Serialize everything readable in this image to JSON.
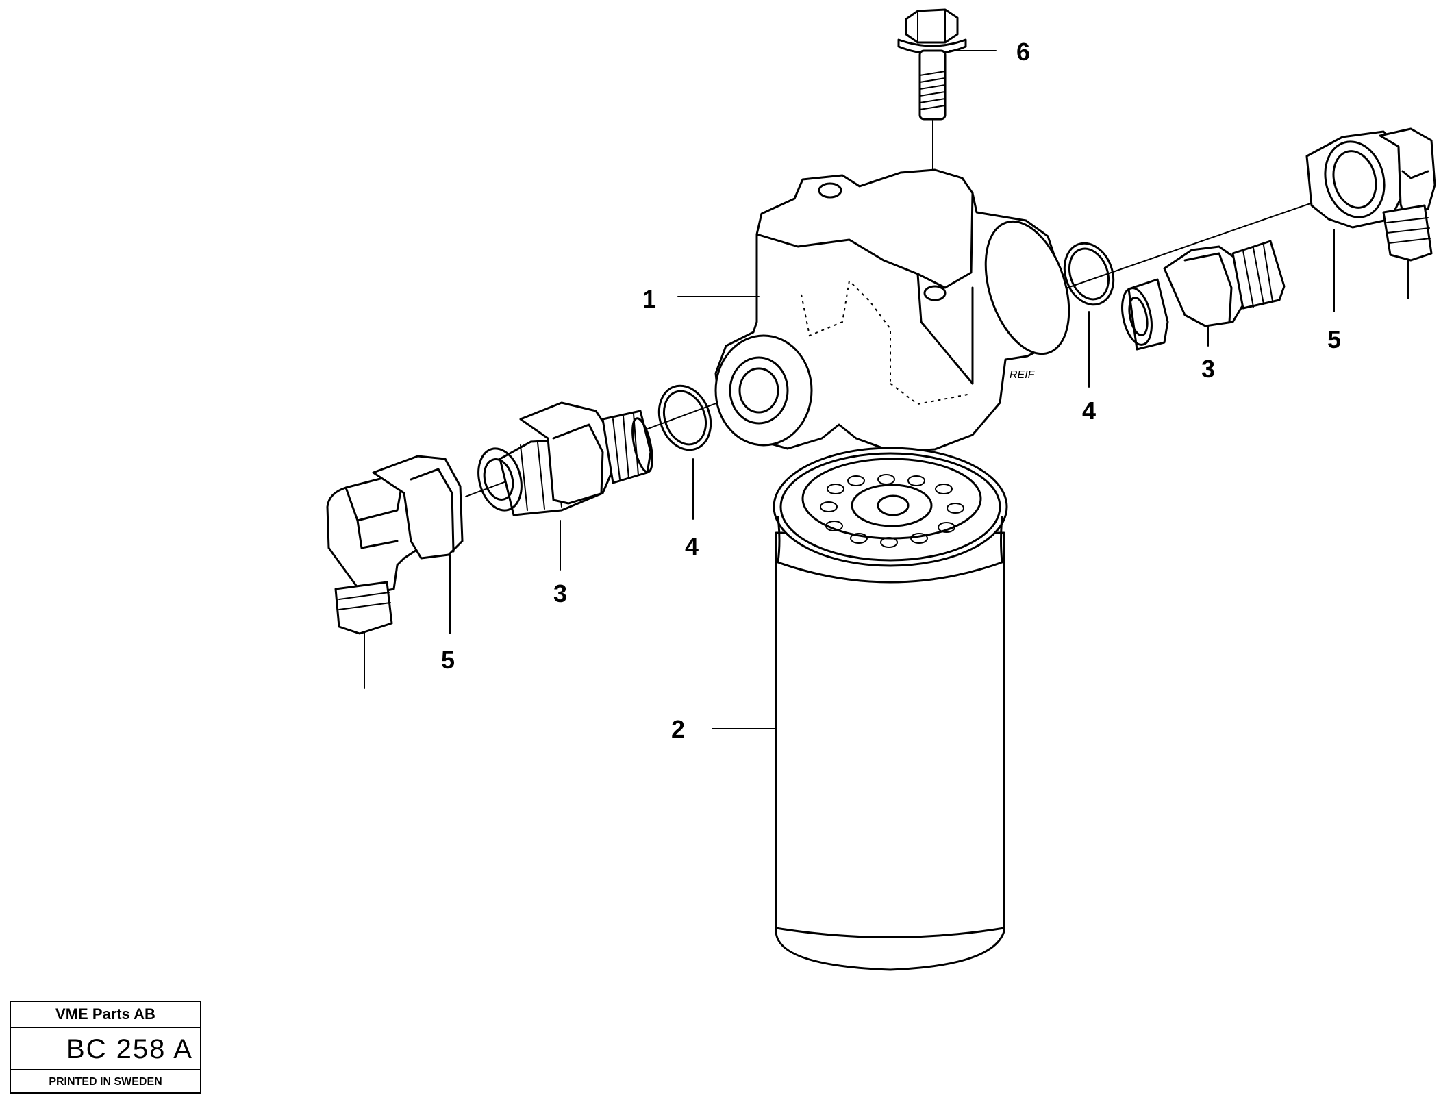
{
  "callouts": {
    "part_1": "1",
    "part_2": "2",
    "part_3_left": "3",
    "part_3_right": "3",
    "part_4_left": "4",
    "part_4_right": "4",
    "part_5_left": "5",
    "part_5_right": "5",
    "part_6": "6"
  },
  "title_block": {
    "company": "VME Parts AB",
    "code": "BC 258 A",
    "printed": "PRINTED IN SWEDEN"
  },
  "stamp": {
    "text": "REIF"
  }
}
